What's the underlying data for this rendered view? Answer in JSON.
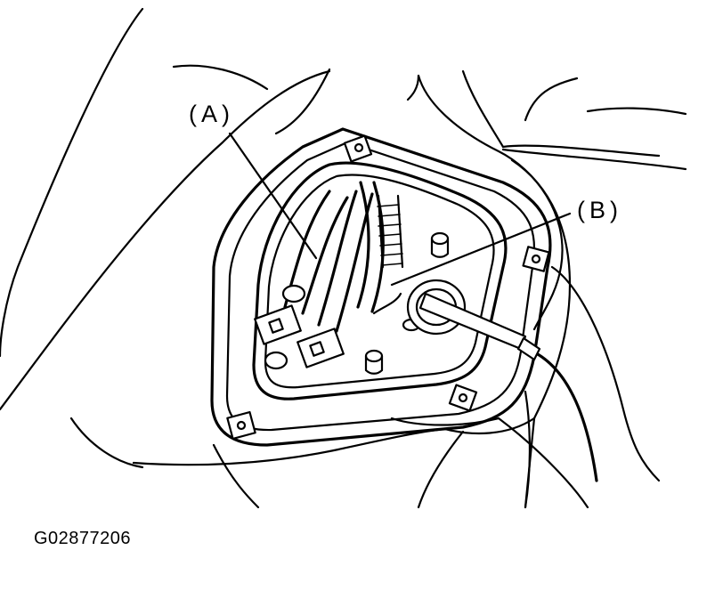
{
  "callouts": {
    "a": "(A)",
    "b": "(B)"
  },
  "figure_id": "G02877206"
}
